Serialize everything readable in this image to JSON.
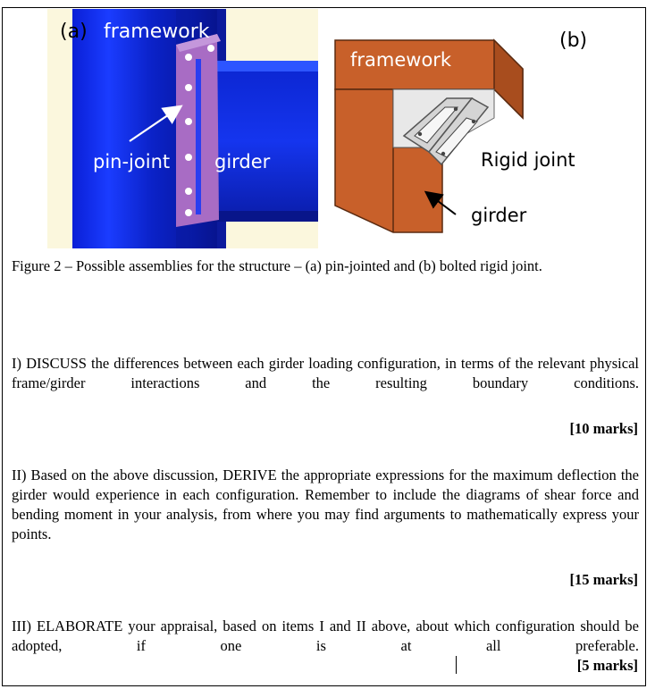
{
  "figure_a": {
    "panel_label": "(a)",
    "framework_label": "framework",
    "pin_joint_label": "pin-joint",
    "girder_label": "girder"
  },
  "figure_b": {
    "panel_label": "(b)",
    "framework_label": "framework",
    "rigid_joint_label": "Rigid joint",
    "girder_label": "girder"
  },
  "caption": "Figure 2 – Possible assemblies for the structure – (a) pin-jointed and (b) bolted rigid joint.",
  "questions": [
    {
      "text": "I) DISCUSS the differences between each girder loading configuration, in terms of the relevant physical frame/girder interactions and the resulting boundary conditions.",
      "marks": "[10 marks]"
    },
    {
      "text": "II) Based on the above discussion, DERIVE the appropriate expressions for the maximum deflection the girder would experience in each configuration. Remember to include the diagrams of shear force and bending moment in your analysis, from where you may find arguments to mathematically express your points.",
      "marks": "[15 marks]"
    },
    {
      "text": "III) ELABORATE your appraisal, based on items I and II above, about which configuration should be adopted, if one is at all preferable.",
      "marks": "[5 marks]"
    }
  ]
}
